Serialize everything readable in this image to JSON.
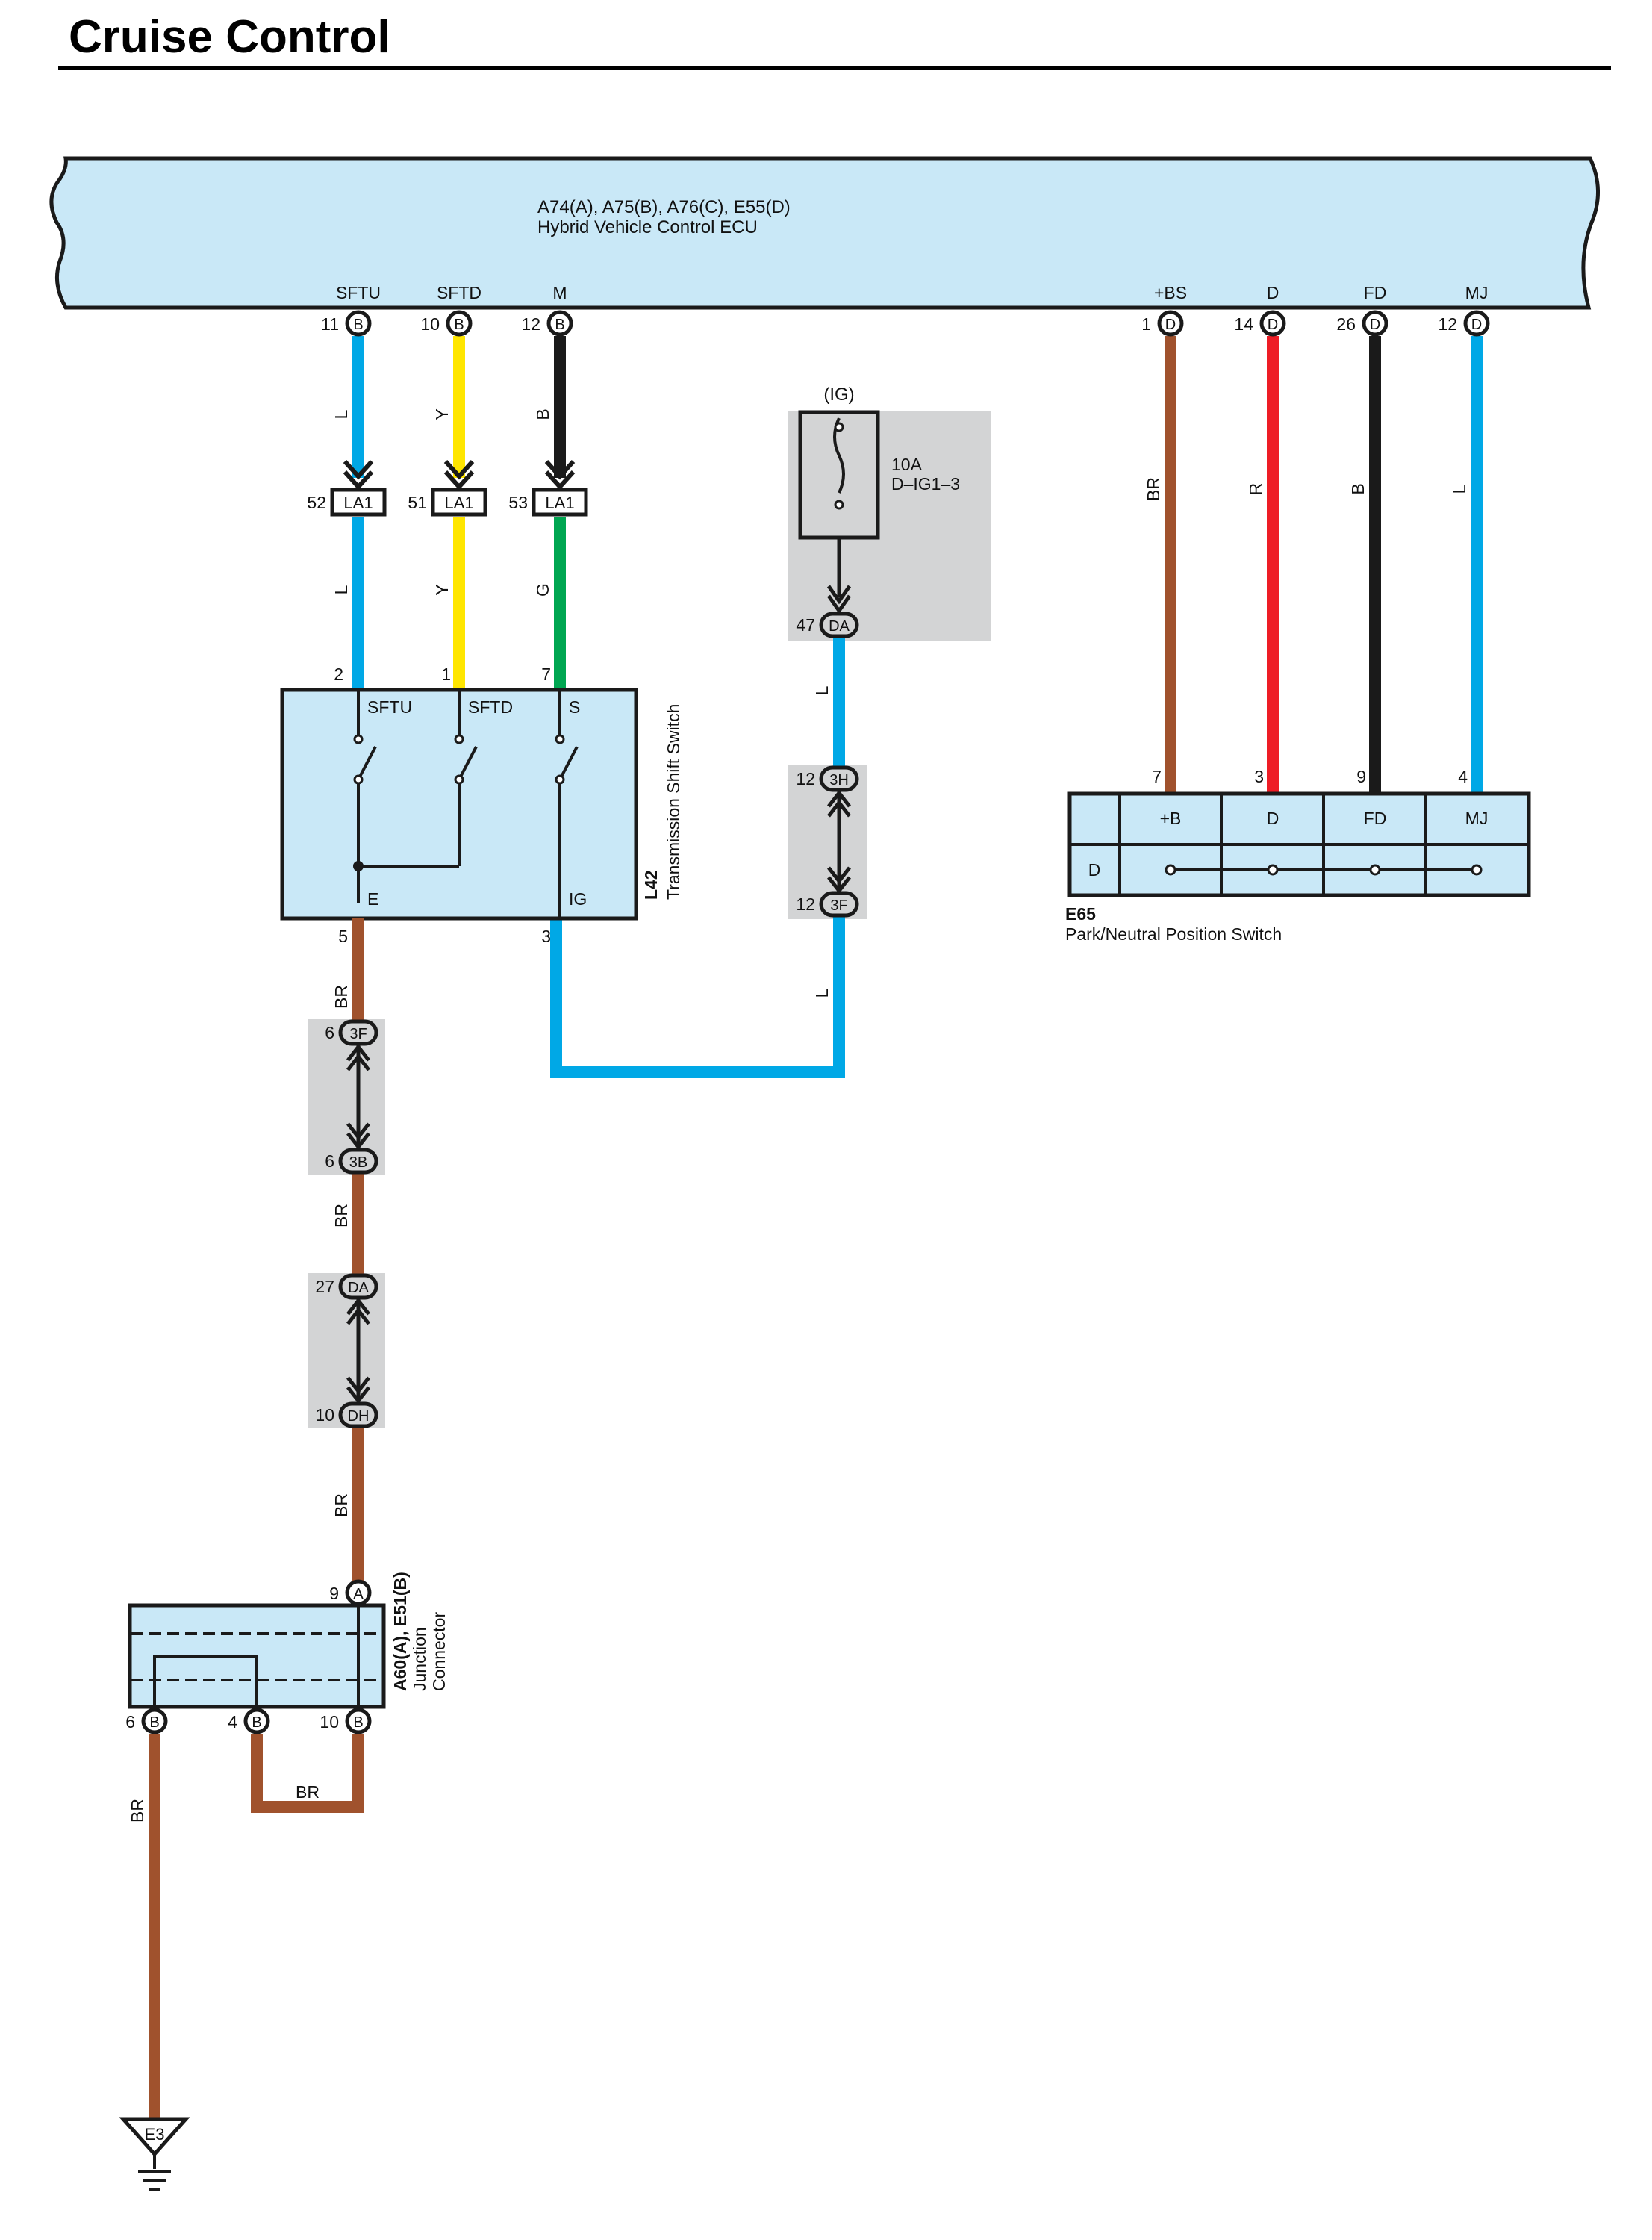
{
  "title": "Cruise Control",
  "colors": {
    "ecu_fill": "#c9e8f7",
    "component_fill": "#c9e8f7",
    "junction_fill": "#d3d4d5",
    "wire_blue": "#00a8e6",
    "wire_yellow": "#ffe600",
    "wire_black": "#1a1a1a",
    "wire_green": "#00a651",
    "wire_brown": "#a0522d",
    "wire_red": "#ee1c25"
  },
  "ecu": {
    "codes": "A74(A), A75(B), A76(C), E55(D)",
    "name": "Hybrid Vehicle Control ECU",
    "terminals": [
      {
        "name": "SFTU",
        "pin": "11",
        "conn": "B"
      },
      {
        "name": "SFTD",
        "pin": "10",
        "conn": "B"
      },
      {
        "name": "M",
        "pin": "12",
        "conn": "B"
      },
      {
        "name": "+BS",
        "pin": "1",
        "conn": "D"
      },
      {
        "name": "D",
        "pin": "14",
        "conn": "D"
      },
      {
        "name": "FD",
        "pin": "26",
        "conn": "D"
      },
      {
        "name": "MJ",
        "pin": "12",
        "conn": "D"
      }
    ]
  },
  "wire_labels": {
    "l": "L",
    "y": "Y",
    "b": "B",
    "g": "G",
    "br": "BR",
    "r": "R"
  },
  "la1": [
    {
      "pin": "52",
      "label": "LA1"
    },
    {
      "pin": "51",
      "label": "LA1"
    },
    {
      "pin": "53",
      "label": "LA1"
    }
  ],
  "fuse": {
    "supply": "(IG)",
    "rating": "10A",
    "name": "D–IG1–3",
    "out_pin": "47",
    "out_conn": "DA"
  },
  "ig_path": [
    {
      "pin": "12",
      "conn": "3H"
    },
    {
      "pin": "12",
      "conn": "3F"
    }
  ],
  "shift_switch": {
    "code": "L42",
    "name": "Transmission Shift Switch",
    "pins_top": [
      "2",
      "1",
      "7"
    ],
    "terms_top": [
      "SFTU",
      "SFTD",
      "S"
    ],
    "pins_bottom": [
      "5",
      "3"
    ],
    "terms_bottom": [
      "E",
      "IG"
    ]
  },
  "ground_path": [
    {
      "pin": "6",
      "conn": "3F"
    },
    {
      "pin": "6",
      "conn": "3B"
    },
    {
      "pin": "27",
      "conn": "DA"
    },
    {
      "pin": "10",
      "conn": "DH"
    }
  ],
  "pn_switch": {
    "code": "E65",
    "name": "Park/Neutral Position Switch",
    "pins": [
      "7",
      "3",
      "9",
      "4"
    ],
    "cols": [
      "+B",
      "D",
      "FD",
      "MJ"
    ],
    "row": "D"
  },
  "junction": {
    "code": "A60(A), E51(B)",
    "name1": "Junction",
    "name2": "Connector",
    "in_pin": "9",
    "in_conn": "A",
    "out": [
      {
        "pin": "6",
        "conn": "B"
      },
      {
        "pin": "4",
        "conn": "B"
      },
      {
        "pin": "10",
        "conn": "B"
      }
    ]
  },
  "ground": "E3"
}
